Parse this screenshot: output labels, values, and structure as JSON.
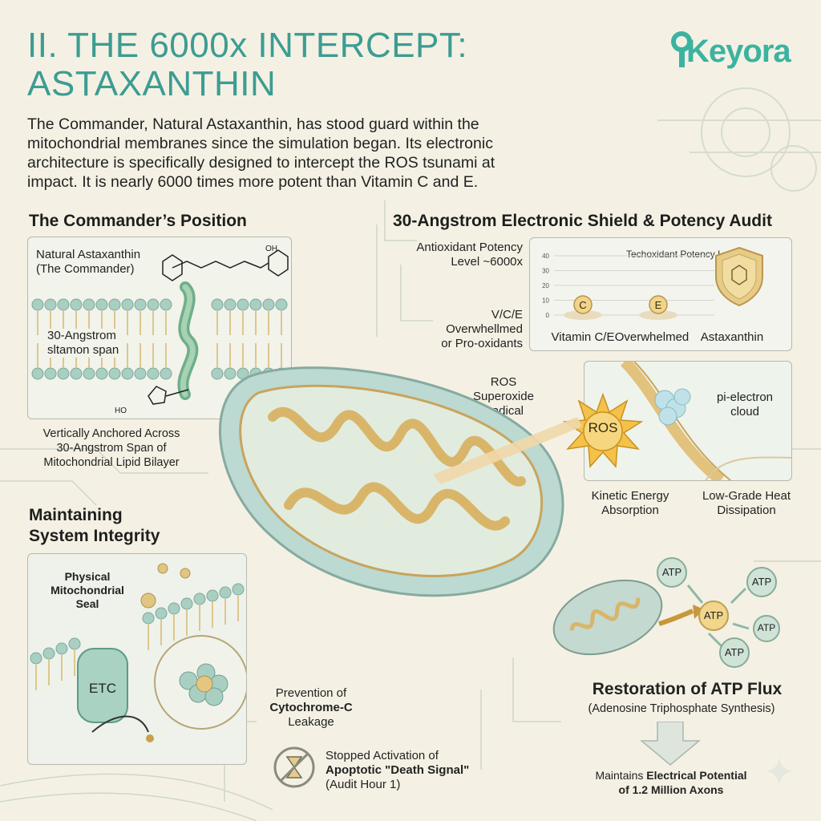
{
  "title": {
    "line1": "II. THE 6000x INTERCEPT:",
    "line2": "ASTAXANTHIN"
  },
  "brand": {
    "name": "Keyora"
  },
  "intro": {
    "lines": [
      "The Commander, Natural Astaxanthin, has stood guard within the",
      "mitochondrial membranes since the simulation began. Its electronic",
      "architecture is specifically designed to intercept the ROS tsunami at",
      "impact. It is nearly 6000 times more potent than Vitamin C and E."
    ]
  },
  "commander": {
    "heading": "The Commander’s Position",
    "molecule_label": [
      "Natural Astaxanthin",
      "(The Commander)"
    ],
    "span_label": [
      "30-Angstrom",
      "sltаmon span"
    ],
    "oh_top": "OH",
    "oh_bottom": "HO",
    "caption": [
      "Vertically Anchored Across",
      "30-Angstrom Span of",
      "Mitochondrial Lipid Bilayer"
    ]
  },
  "shield": {
    "heading": "30-Angstrom Electronic Shield & Potency Audit",
    "potency_label": [
      "Antioxidant Potency",
      "Level ~6000x"
    ],
    "vce_label": [
      "V/C/E",
      "Overwhellmed",
      "or Pro-oxidants"
    ],
    "ros_label": [
      "ROS",
      "Superoxide",
      "Radical"
    ],
    "ros_badge": "ROS",
    "pi_label": [
      "pi-electron",
      "cloud"
    ],
    "kinetic_label": [
      "Kinetic Energy",
      "Absorption"
    ],
    "heat_label": [
      "Low-Grade Heat",
      "Dissipation"
    ]
  },
  "chart_data": {
    "type": "bar",
    "title": "Techoxidant Potency Level",
    "categories": [
      "Vitamin C/E",
      "Overwhelmed",
      "Astaxanthin"
    ],
    "yticks": [
      "40",
      "30",
      "20",
      "10",
      "0"
    ],
    "markers": [
      "C",
      "E"
    ],
    "ylim": [
      0,
      40
    ]
  },
  "integrity": {
    "heading": [
      "Maintaining",
      "System Integrity"
    ],
    "seal_label": [
      "Physical",
      "Mitochondrial",
      "Seal"
    ],
    "etc": "ETC",
    "cyto_label": {
      "line1": "Prevention of",
      "line2": "Cytochrome-C",
      "line3": "Leakage"
    },
    "apoptotic": {
      "line1": "Stopped Activation of",
      "line2": "Apoptotic \"Death Signal\"",
      "line3": "(Audit Hour 1)"
    }
  },
  "atp": {
    "heading": "Restoration of ATP Flux",
    "subheading": "(Adenosine Triphosphate Synthesis)",
    "badges": [
      "ATP",
      "ATP",
      "ATP",
      "ATP",
      "ATP"
    ],
    "maintains": {
      "prefix": "Maintains ",
      "bold1": "Electrical Potential",
      "line2": "of 1.2 Million Axons"
    }
  },
  "colors": {
    "accent": "#3d9c92",
    "gold": "#d9b56a",
    "panel": "#eef2ea",
    "background": "#f4f1e4"
  }
}
